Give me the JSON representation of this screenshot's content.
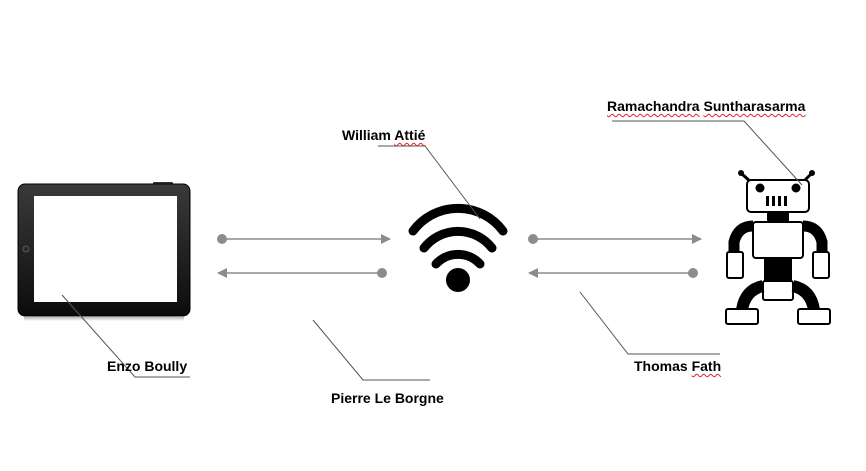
{
  "nodes": {
    "tablet": {
      "label": "Enzo Boully"
    },
    "wifi": {
      "label_first": "William",
      "label_last": "Attié"
    },
    "robot": {
      "label_first": "Ramachandra",
      "label_last": "Suntharasarma"
    }
  },
  "annotations": {
    "left_link": "Pierre Le Borgne",
    "right_link_first": "Thomas",
    "right_link_last": "Fath"
  },
  "colors": {
    "arrow": "#8c8c8c",
    "leader": "#555555",
    "device_body": "#111111",
    "spellcheck": "#e02020"
  }
}
